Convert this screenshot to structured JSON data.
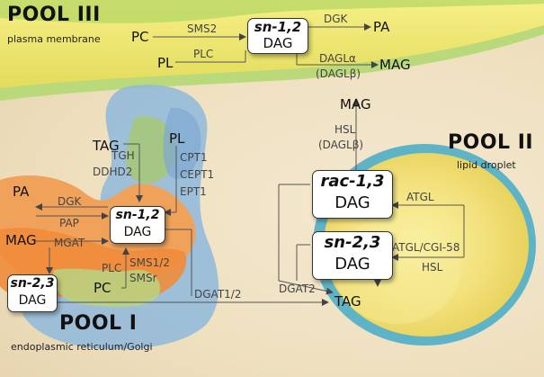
{
  "pools": {
    "pool3": {
      "title": "POOL III",
      "subtitle": "plasma membrane"
    },
    "pool2": {
      "title": "POOL II",
      "subtitle": "lipid droplet"
    },
    "pool1": {
      "title": "POOL I",
      "subtitle": "endoplasmic reticulum/Golgi"
    }
  },
  "nodes": {
    "sn12_pm": {
      "iso": "sn-1,2",
      "dag": "DAG"
    },
    "sn12_er": {
      "iso": "sn-1,2",
      "dag": "DAG"
    },
    "sn23_er": {
      "iso": "sn-2,3",
      "dag": "DAG"
    },
    "rac13_ld": {
      "iso": "rac-1,3",
      "dag": "DAG"
    },
    "sn23_ld": {
      "iso": "sn-2,3",
      "dag": "DAG"
    }
  },
  "metabolites": {
    "pc_top": "PC",
    "pl_top": "PL",
    "pa_top": "PA",
    "mag_top": "MAG",
    "tag_er": "TAG",
    "pl_er": "PL",
    "pa_er": "PA",
    "mag_er": "MAG",
    "pc_er": "PC",
    "mag_ld": "MAG",
    "tag_ld": "TAG"
  },
  "enzymes": {
    "sms2": "SMS2",
    "plc_top": "PLC",
    "dgk_top": "DGK",
    "dagla": "DAGLα",
    "daglb_top": "(DAGLβ)",
    "tgh": "TGH",
    "ddhd2": "DDHD2",
    "cpt1": "CPT1",
    "cept1": "CEPT1",
    "ept1": "EPT1",
    "dgk_er": "DGK",
    "pap": "PAP",
    "mgat": "MGAT",
    "plc_er": "PLC",
    "sms12": "SMS1/2",
    "smsr": "SMSr",
    "dgat12": "DGAT1/2",
    "dgat2": "DGAT2",
    "hsl_top": "HSL",
    "daglb_ld": "(DAGLβ)",
    "atgl": "ATGL",
    "atgl_cgi": "ATGL/CGI-58",
    "hsl_ld": "HSL"
  }
}
